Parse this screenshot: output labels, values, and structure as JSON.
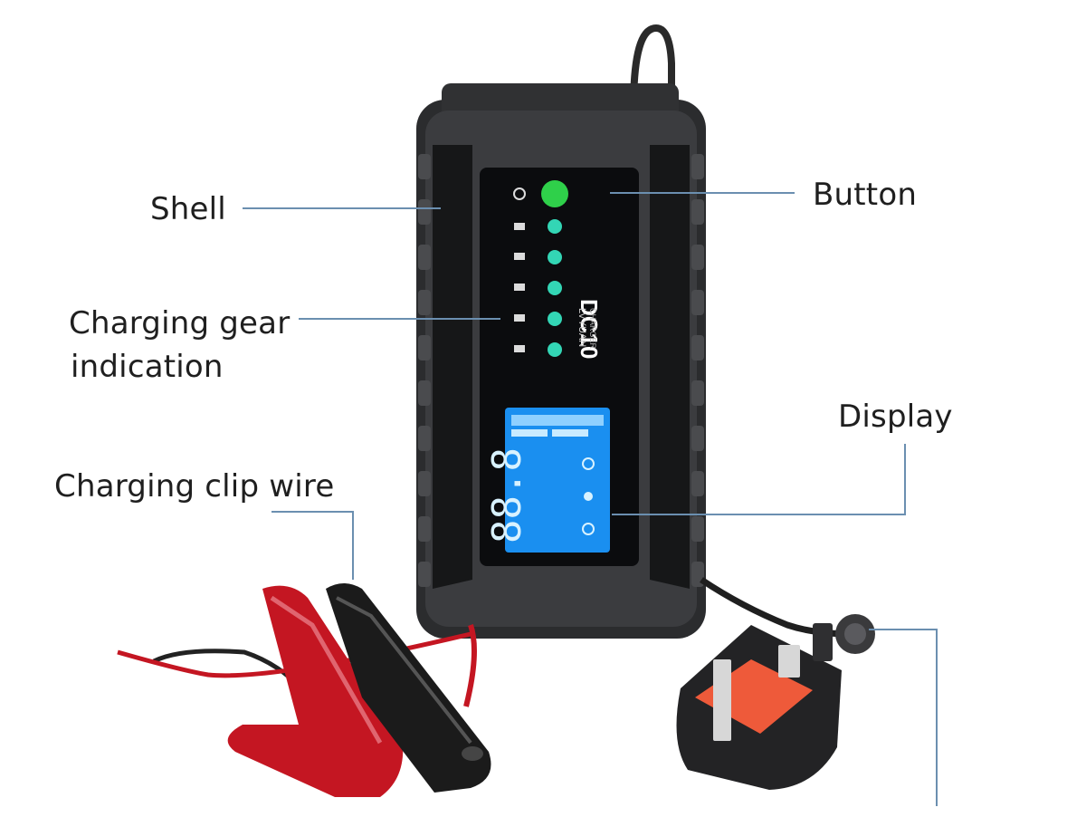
{
  "callouts": {
    "shell": "Shell",
    "button": "Button",
    "gear": "Charging gear",
    "gear2": "indication",
    "display": "Display",
    "clip": "Charging clip wire"
  },
  "device": {
    "model": "DC10",
    "brand": "LVYUAN",
    "sub": "CHARGER",
    "lcd_digits": "88.8"
  },
  "colors": {
    "body": "#3a3b3d",
    "panel": "#0b0c0e",
    "lcd": "#1a8ff0",
    "led_green": "#2fd04a",
    "led_teal": "#33d6b5",
    "clip_red": "#c41622",
    "clip_black": "#1b1b1b",
    "plug_orange": "#ee5a3a",
    "leader": "#6b8fb0"
  }
}
